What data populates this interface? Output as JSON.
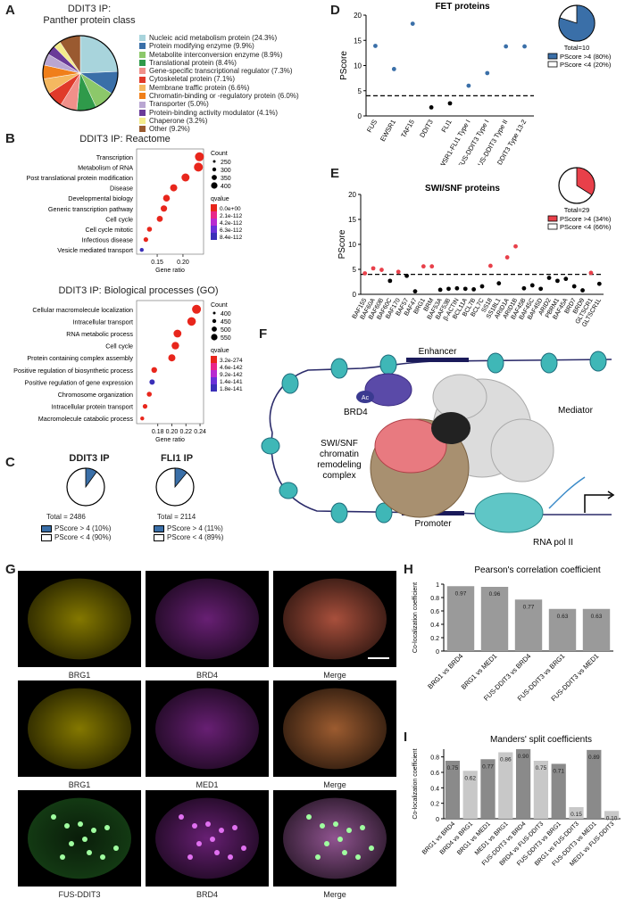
{
  "panel_labels": {
    "a": "A",
    "b": "B",
    "c": "C",
    "d": "D",
    "e": "E",
    "f": "F",
    "g": "G",
    "h": "H",
    "i": "I"
  },
  "panelA": {
    "title_line1": "DDIT3 IP:",
    "title_line2": "Panther protein class",
    "legend": [
      {
        "label": "Nucleic acid metabolism protein (24.3%)",
        "value": 24.3,
        "color": "#a8d4dc"
      },
      {
        "label": "Protein modifying enzyme (9.9%)",
        "value": 9.9,
        "color": "#3a6fa8"
      },
      {
        "label": "Metabolite interconversion enzyme (8.9%)",
        "value": 8.9,
        "color": "#8cc86a"
      },
      {
        "label": "Translational protein (8.4%)",
        "value": 8.4,
        "color": "#2f9a4a"
      },
      {
        "label": "Gene-specific transcriptional regulator (7.3%)",
        "value": 7.3,
        "color": "#f0908a"
      },
      {
        "label": "Cytoskeletal protein (7.1%)",
        "value": 7.1,
        "color": "#e03a2a"
      },
      {
        "label": "Membrane traffic protein (6.6%)",
        "value": 6.6,
        "color": "#f4b860"
      },
      {
        "label": "Chromatin-binding or -regulatory protein (6.0%)",
        "value": 6.0,
        "color": "#f07f1a"
      },
      {
        "label": "Transporter (5.0%)",
        "value": 5.0,
        "color": "#b9a6d2"
      },
      {
        "label": "Protein-binding activity modulator (4.1%)",
        "value": 4.1,
        "color": "#6a3b98"
      },
      {
        "label": "Chaperone (3.2%)",
        "value": 3.2,
        "color": "#f4ec8c"
      },
      {
        "label": "Other (9.2%)",
        "value": 9.2,
        "color": "#9a5a30"
      }
    ]
  },
  "panelB": {
    "reactome": {
      "title": "DDIT3 IP: Reactome",
      "terms": [
        "Transcription",
        "Metabolism of RNA",
        "Post translational protein modification",
        "Disease",
        "Developmental biology",
        "Generic transcription pathway",
        "Cell cycle",
        "Cell cycle mitotic",
        "Infectious disease",
        "Vesicle mediated transport"
      ],
      "gene_ratio": [
        0.232,
        0.23,
        0.205,
        0.182,
        0.168,
        0.163,
        0.155,
        0.135,
        0.128,
        0.12
      ],
      "colors": [
        "#e8261c",
        "#e8261c",
        "#e8261c",
        "#e8261c",
        "#e8261c",
        "#e8261c",
        "#e8261c",
        "#e8261c",
        "#e8261c",
        "#3a2fb8"
      ],
      "sizes": [
        5,
        5,
        4.5,
        4,
        3.8,
        3.6,
        3.4,
        2.8,
        2.6,
        2.2
      ],
      "xticks": [
        "0.15",
        "0.20"
      ],
      "xtick_vals": [
        0.15,
        0.2
      ],
      "xlim": [
        0.11,
        0.24
      ],
      "xlabel": "Gene ratio",
      "count_title": "Count",
      "count_labels": [
        "250",
        "300",
        "350",
        "400"
      ],
      "qvalue_title": "qvalue",
      "qvalue_labels": [
        "0.0e+00",
        "2.1e-112",
        "4.2e-112",
        "6.3e-112",
        "8.4e-112"
      ]
    },
    "go": {
      "title": "DDIT3 IP: Biological processes (GO)",
      "terms": [
        "Cellular macromolecule localization",
        "Intracellular transport",
        "RNA metabolic process",
        "Cell cycle",
        "Protein containing complex assembly",
        "Positive regulation of biosynthetic process",
        "Positive regulation of gene expression",
        "Chromosome organization",
        "Intracellular protein transport",
        "Macromolecule catabolic process"
      ],
      "gene_ratio": [
        0.235,
        0.228,
        0.208,
        0.205,
        0.2,
        0.175,
        0.172,
        0.168,
        0.162,
        0.158
      ],
      "colors": [
        "#e8261c",
        "#e8261c",
        "#e8261c",
        "#e8261c",
        "#e8261c",
        "#e8261c",
        "#3a2fb8",
        "#e8261c",
        "#e8261c",
        "#e8261c"
      ],
      "sizes": [
        5,
        4.8,
        4.4,
        4.2,
        4,
        3.2,
        3,
        2.8,
        2.6,
        2.2
      ],
      "xticks": [
        "0.18",
        "0.20",
        "0.22",
        "0.24"
      ],
      "xtick_vals": [
        0.18,
        0.2,
        0.22,
        0.24
      ],
      "xlim": [
        0.15,
        0.245
      ],
      "xlabel": "Gene ratio",
      "count_title": "Count",
      "count_labels": [
        "400",
        "450",
        "500",
        "550"
      ],
      "qvalue_title": "qvalue",
      "qvalue_labels": [
        "3.2e-274",
        "4.6e-142",
        "9.2e-142",
        "1.4e-141",
        "1.8e-141"
      ]
    }
  },
  "panelC": {
    "ddit3": {
      "title": "DDIT3 IP",
      "total": "Total = 2486",
      "fraction": 0.1,
      "legend": [
        "PScore > 4 (10%)",
        "PScore < 4 (90%)"
      ]
    },
    "fli1": {
      "title": "FLI1 IP",
      "total": "Total = 2114",
      "fraction": 0.11,
      "legend": [
        "PScore > 4 (11%)",
        "PScore < 4 (89%)"
      ]
    },
    "blue": "#3a6fa8"
  },
  "panelD": {
    "title": "FET proteins",
    "ylabel": "PScore",
    "categories": [
      "FUS",
      "EWSR1",
      "TAF15",
      "DDIT3",
      "FLI1",
      "EWSR1-FLI1 Type I",
      "FUS-DDIT3 Type I",
      "FUS-DDIT3 Type II",
      "FUS-DDIT3 Type 13-2"
    ],
    "values": [
      13.9,
      9.3,
      18.3,
      1.7,
      2.5,
      6.0,
      8.5,
      13.8,
      13.8
    ],
    "colors": [
      "#3a6fa8",
      "#3a6fa8",
      "#3a6fa8",
      "#000000",
      "#000000",
      "#3a6fa8",
      "#3a6fa8",
      "#3a6fa8",
      "#3a6fa8"
    ],
    "yticks": [
      "0",
      "5",
      "10",
      "15",
      "20"
    ],
    "ylim": [
      0,
      20
    ],
    "threshold": 4,
    "pie_fraction": 0.8,
    "total": "Total=10",
    "legend": [
      "PScore >4 (80%)",
      "PScore <4 (20%)"
    ],
    "color": "#3a6fa8"
  },
  "panelE": {
    "title": "SWI/SNF proteins",
    "ylabel": "PScore",
    "categories": [
      "BAF155",
      "BAF60A",
      "BAF60B",
      "BAF60C",
      "BAF170",
      "BAF57",
      "BAF47",
      "BRG1",
      "BRM",
      "BAF53A",
      "BAF53B",
      "β-ACTIN",
      "BCL11A",
      "BCL7B",
      "BCL7C",
      "SS18",
      "SS18L1",
      "ARID1A",
      "ARID1B",
      "BAF45B",
      "BAF45C",
      "BAF45D",
      "ARID2",
      "PBRM1",
      "BAF45A",
      "BRD7",
      "BRD9",
      "GLTSCR1",
      "GLTSCR1L"
    ],
    "values": [
      4.2,
      5.2,
      4.9,
      2.7,
      4.5,
      3.7,
      0.6,
      5.6,
      5.6,
      0.9,
      1.1,
      1.2,
      1.1,
      1.0,
      1.6,
      5.7,
      2.2,
      7.4,
      9.6,
      1.2,
      1.8,
      1.1,
      3.3,
      2.7,
      3.1,
      1.6,
      0.8,
      4.3,
      2.1
    ],
    "yticks": [
      "0",
      "5",
      "10",
      "15",
      "20"
    ],
    "ylim": [
      0,
      20
    ],
    "threshold": 4,
    "pie_fraction": 0.34,
    "total": "Total=29",
    "legend": [
      "PScore >4 (34%)",
      "PScore <4 (66%)"
    ],
    "color": "#e8404a"
  },
  "panelF": {
    "enhancer": "Enhancer",
    "brd4": "BRD4",
    "ac": "Ac",
    "mediator": "Mediator",
    "swisnf_line1": "SWI/SNF",
    "swisnf_line2": "chromatin",
    "swisnf_line3": "remodeling",
    "swisnf_line4": "complex",
    "promoter": "Promoter",
    "rnapol": "RNA pol II"
  },
  "panelG": {
    "captions": [
      "BRG1",
      "BRD4",
      "Merge",
      "BRG1",
      "MED1",
      "Merge",
      "FUS-DDIT3",
      "BRD4",
      "Merge"
    ]
  },
  "panelH": {
    "title": "Pearson's correlation coefficient",
    "ylabel": "Co-localization coefficient",
    "categories": [
      "BRG1 vs BRD4",
      "BRG1 vs MED1",
      "FUS-DDIT3 vs BRD4",
      "FUS-DDIT3 vs BRG1",
      "FUS-DDIT3 vs MED1"
    ],
    "values": [
      0.97,
      0.96,
      0.77,
      0.63,
      0.63
    ],
    "labels": [
      "0.97",
      "0.96",
      "0.77",
      "0.63",
      "0.63"
    ],
    "yticks": [
      "0",
      "0.2",
      "0.4",
      "0.6",
      "0.8",
      "1"
    ],
    "ylim": [
      0,
      1
    ]
  },
  "panelI": {
    "title": "Manders' split coefficients",
    "ylabel": "Co-localization coefficient",
    "categories": [
      "BRG1 vs BRD4",
      "BRD4 vs BRG1",
      "BRG1 vs MED1",
      "MED1 vs BRG1",
      "FUS-DDIT3 vs BRD4",
      "BRD4 vs FUS-DDIT3",
      "FUS-DDIT3 vs BRG1",
      "BRG1 vs FUS-DDIT3",
      "FUS-DDIT3 vs MED1",
      "MED1 vs FUS-DDIT3"
    ],
    "values": [
      0.75,
      0.62,
      0.77,
      0.86,
      0.9,
      0.75,
      0.71,
      0.15,
      0.89,
      0.1
    ],
    "labels": [
      "0.75",
      "0.62",
      "0.77",
      "0.86",
      "0.90",
      "0.75",
      "0.71",
      "0.15",
      "0.89",
      "0.10"
    ],
    "colors": [
      "#8a8a8a",
      "#c8c8c8",
      "#8a8a8a",
      "#c8c8c8",
      "#8a8a8a",
      "#c8c8c8",
      "#8a8a8a",
      "#c8c8c8",
      "#8a8a8a",
      "#c8c8c8"
    ],
    "yticks": [
      "0",
      "0.2",
      "0.4",
      "0.6",
      "0.8"
    ],
    "ylim": [
      0,
      0.9
    ]
  }
}
